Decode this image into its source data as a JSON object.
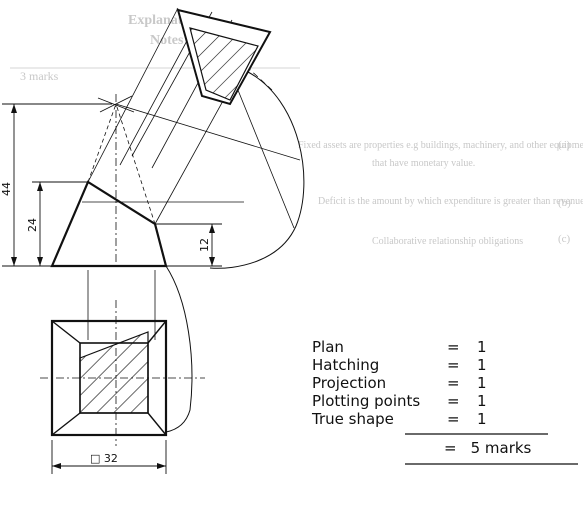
{
  "background_text": {
    "header_line1": "Explanation",
    "header_line2": "Notes",
    "marks_note": "3 marks",
    "item_a_label": "(a)",
    "item_a_line1": "Fixed assets are properties e.g buildings, machinery, and other equipment which",
    "item_a_line2": "that have monetary value.",
    "item_b_label": "(b)",
    "item_b_line1": "Deficit is the amount by which expenditure is greater than revenue.",
    "item_c_label": "(c)",
    "item_c_line1": "Collaborative relationship obligations"
  },
  "dimensions": {
    "height_44": "44",
    "height_24": "24",
    "height_12": "12",
    "square_32": "□ 32"
  },
  "marks": {
    "rows": [
      {
        "label": "Plan",
        "eq": "=",
        "value": "1"
      },
      {
        "label": "Hatching",
        "eq": "=",
        "value": "1"
      },
      {
        "label": "Projection",
        "eq": "=",
        "value": "1"
      },
      {
        "label": "Plotting points",
        "eq": "=",
        "value": "1"
      },
      {
        "label": "True shape",
        "eq": "=",
        "value": "1"
      }
    ],
    "total_eq": "=",
    "total_value": "5 marks"
  }
}
